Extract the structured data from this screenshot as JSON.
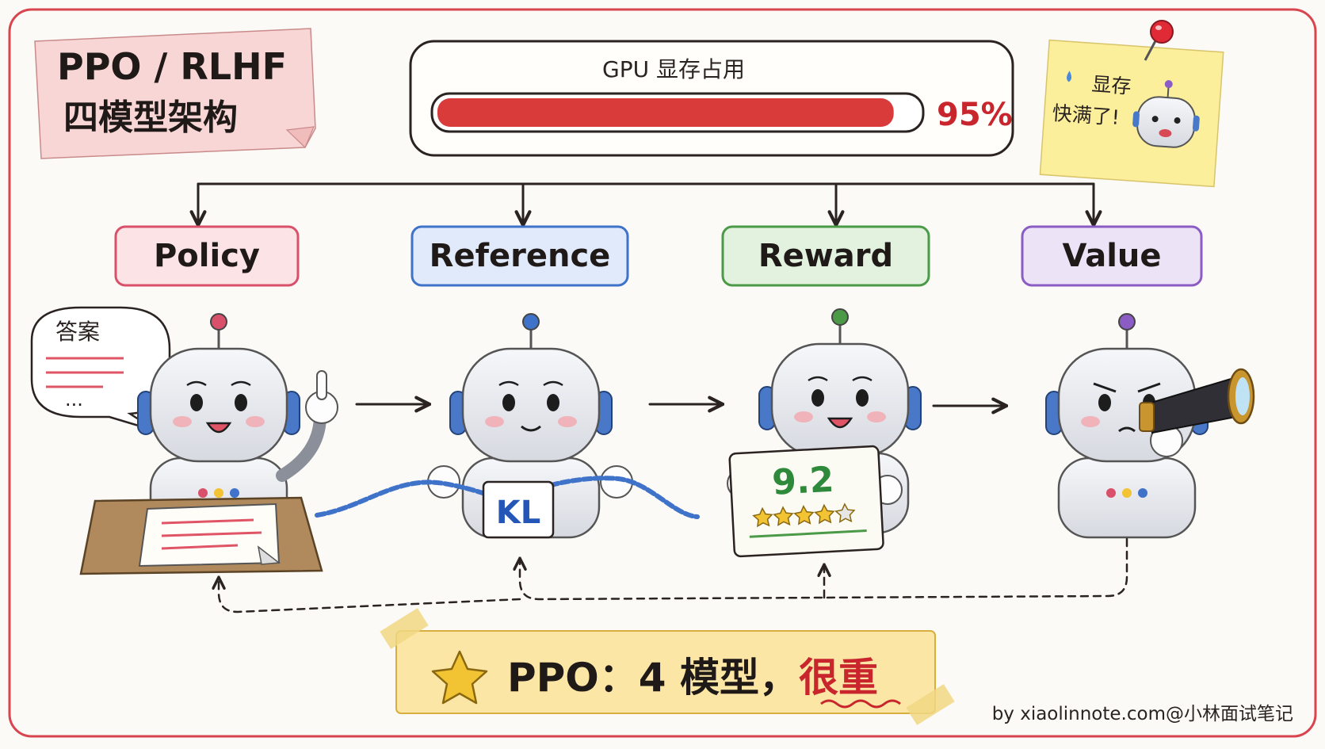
{
  "title": {
    "line1": "PPO / RLHF",
    "line2": "四模型架构"
  },
  "gpu": {
    "label": "GPU 显存占用",
    "usage_percent": 95,
    "usage_text": "95%"
  },
  "sticky_note": {
    "line1": "显存",
    "line2": "快满了!"
  },
  "models": [
    {
      "label": "Policy",
      "color": "#d9506a",
      "fill": "#fbe3e6"
    },
    {
      "label": "Reference",
      "color": "#3f72c9",
      "fill": "#e1eafb"
    },
    {
      "label": "Reward",
      "color": "#4a9a47",
      "fill": "#e3f2df"
    },
    {
      "label": "Value",
      "color": "#8b5cc4",
      "fill": "#ece3f7"
    }
  ],
  "policy_bubble": {
    "title": "答案",
    "ellipsis": "..."
  },
  "reference_badge": "KL",
  "reward_card": {
    "score": "9.2",
    "stars_filled": 4,
    "stars_total": 5
  },
  "summary": {
    "prefix": "PPO：4 模型，",
    "emphasis": "很重"
  },
  "credit": "by xiaolinnote.com@小林面试笔记",
  "colors": {
    "frame": "#d9454f",
    "progress": "#d93a3a",
    "ink": "#2a2321",
    "summary_bg": "#fbe6a6",
    "note_bg": "#fcef9b",
    "title_bg": "#f9d6d6"
  }
}
